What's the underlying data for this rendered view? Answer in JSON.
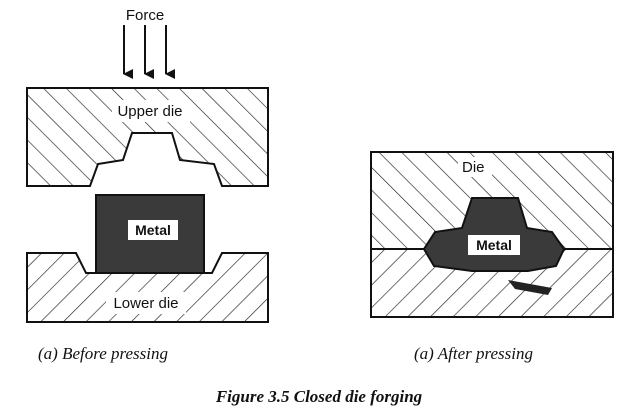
{
  "labels": {
    "force": "Force",
    "upper_die": "Upper die",
    "lower_die": "Lower die",
    "metal_before": "Metal",
    "die_after": "Die",
    "metal_after": "Metal"
  },
  "captions": {
    "before": "(a) Before pressing",
    "after": "(a) After pressing"
  },
  "figure_title": "Figure 3.5 Closed die forging",
  "colors": {
    "ink": "#111111",
    "metal_fill": "#3a3a3a",
    "label_box": "#ffffff"
  }
}
